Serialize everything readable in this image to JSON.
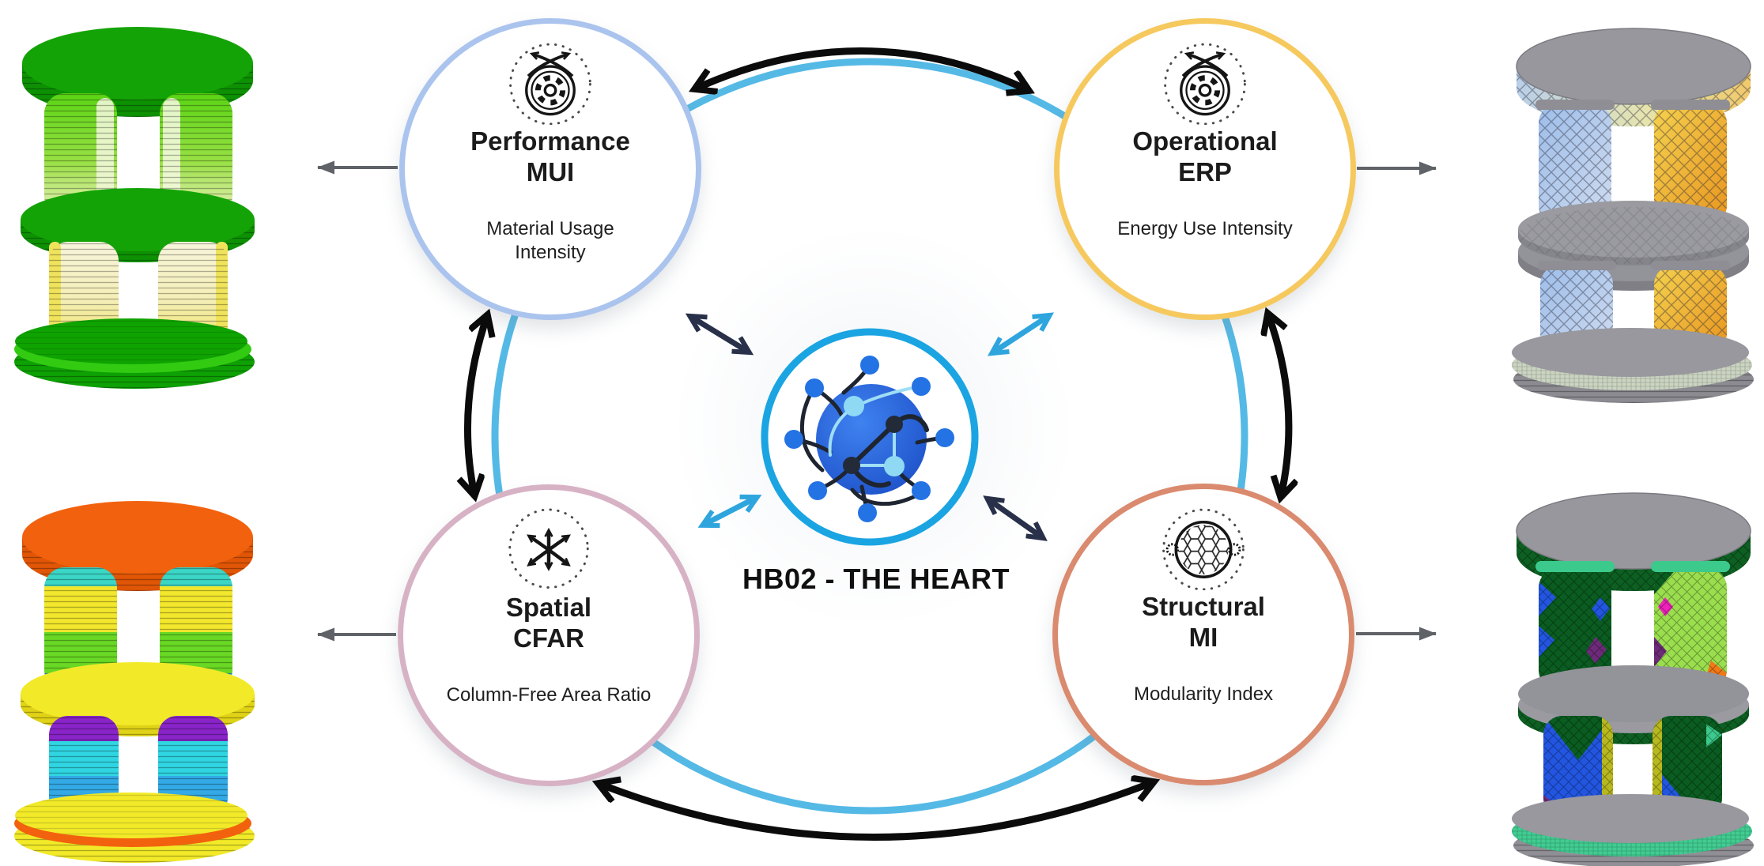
{
  "diagram": {
    "center": {
      "label": "HB02 - THE HEART",
      "icon": "globe-network-icon"
    },
    "nodes": [
      {
        "id": "performance",
        "title_line1": "Performance",
        "title_line2": "MUI",
        "subtitle_line1": "Material Usage",
        "subtitle_line2": "Intensity",
        "border_color": "#aac4ee",
        "icon": "gear-arrows-icon"
      },
      {
        "id": "operational",
        "title_line1": "Operational",
        "title_line2": "ERP",
        "subtitle_line1": "Energy Use Intensity",
        "subtitle_line2": "",
        "border_color": "#f6c95e",
        "icon": "gear-arrows-icon"
      },
      {
        "id": "spatial",
        "title_line1": "Spatial",
        "title_line2": "CFAR",
        "subtitle_line1": "Column-Free Area Ratio",
        "subtitle_line2": "",
        "border_color": "#d7b2c5",
        "icon": "expand-arrows-icon"
      },
      {
        "id": "structural",
        "title_line1": "Structural",
        "title_line2": "MI",
        "subtitle_line1": "Modularity Index",
        "subtitle_line2": "",
        "border_color": "#da8a6e",
        "icon": "honeycomb-gears-icon"
      }
    ],
    "colors": {
      "ring": "#55b9e5",
      "hub_ring": "#1ba4e2",
      "arrow_black": "#0b0b0b",
      "arrow_navy": "#28304a",
      "arrow_light_blue": "#2fa5de",
      "arrow_gray": "#5f6368"
    },
    "corner_models": {
      "top_left": "green-material-contour-building-model",
      "top_right": "blue-yellow-energy-diagrid-building-model",
      "bottom_left": "multicolor-spatial-zoning-building-model",
      "bottom_right": "patchwork-modularity-mesh-building-model"
    }
  }
}
